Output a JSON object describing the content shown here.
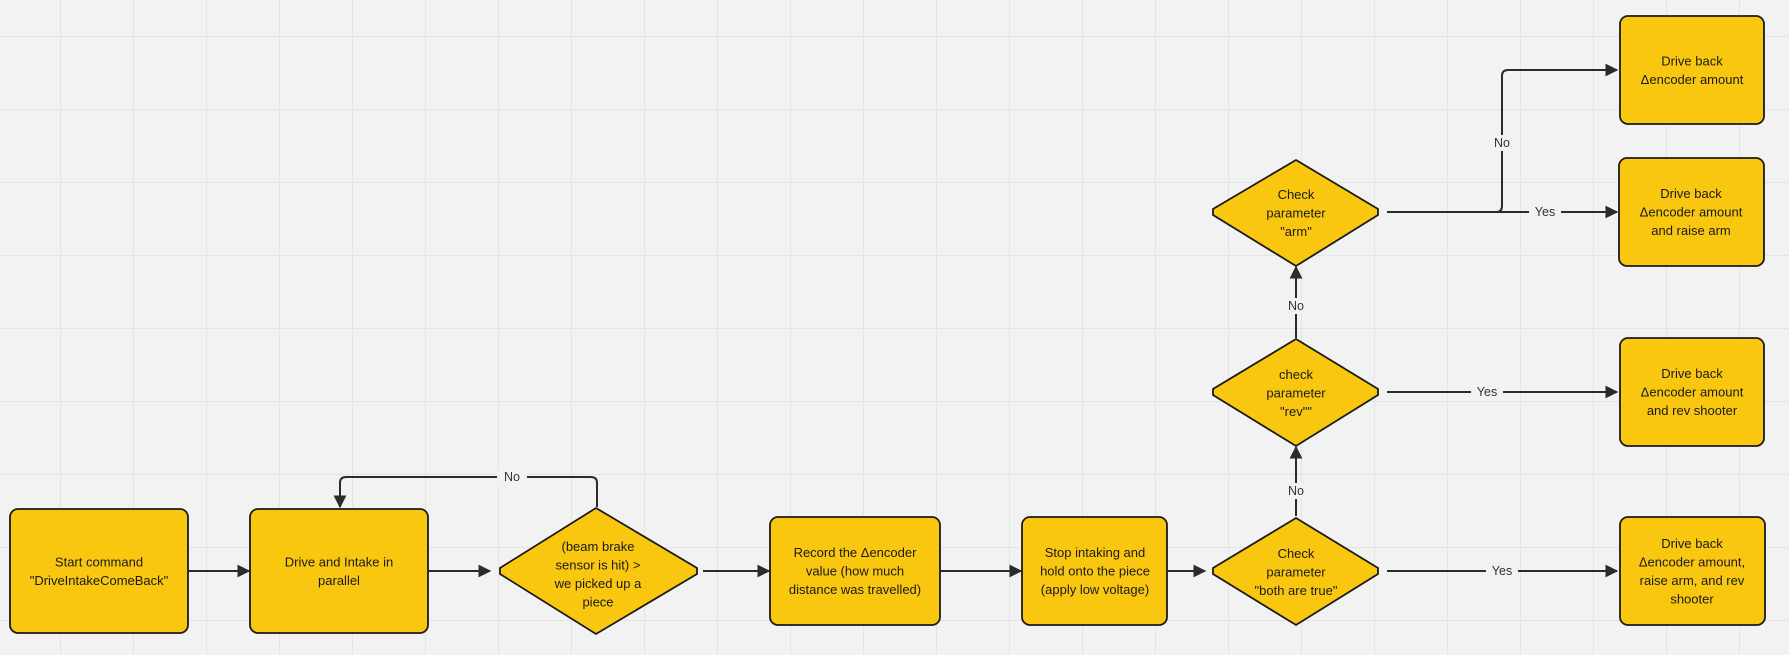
{
  "colors": {
    "node_fill": "#fac710",
    "node_stroke": "#1a1a1a",
    "edge": "#2b2b2b",
    "canvas": "#f2f2f2",
    "grid": "#e4e4e4"
  },
  "nodes": {
    "start": {
      "lines": [
        "Start command",
        "\"DriveIntakeComeBack\""
      ]
    },
    "drive_intake": {
      "lines": [
        "Drive and Intake in",
        "parallel"
      ]
    },
    "beam_check": {
      "lines": [
        "(beam brake",
        "sensor is hit) >",
        "we picked up a",
        "piece"
      ]
    },
    "record": {
      "lines": [
        "Record the Δencoder",
        "value (how much",
        "distance was travelled)"
      ]
    },
    "stop": {
      "lines": [
        "Stop intaking and",
        "hold onto the piece",
        "(apply low voltage)"
      ]
    },
    "check_both": {
      "lines": [
        "Check",
        "parameter",
        "\"both are true\""
      ]
    },
    "check_rev": {
      "lines": [
        "check",
        "parameter",
        "\"rev\"\""
      ]
    },
    "check_arm": {
      "lines": [
        "Check",
        "parameter",
        "\"arm\""
      ]
    },
    "back_plain": {
      "lines": [
        "Drive back",
        "Δencoder amount"
      ]
    },
    "back_arm": {
      "lines": [
        "Drive back",
        "Δencoder amount",
        "and raise arm"
      ]
    },
    "back_rev": {
      "lines": [
        "Drive back",
        "Δencoder amount",
        "and rev shooter"
      ]
    },
    "back_all": {
      "lines": [
        "Drive back",
        "Δencoder amount,",
        "raise arm, and rev",
        "shooter"
      ]
    }
  },
  "edges": {
    "beam_no": "No",
    "both_yes": "Yes",
    "both_no": "No",
    "rev_yes": "Yes",
    "rev_no": "No",
    "arm_yes": "Yes",
    "arm_no": "No"
  }
}
